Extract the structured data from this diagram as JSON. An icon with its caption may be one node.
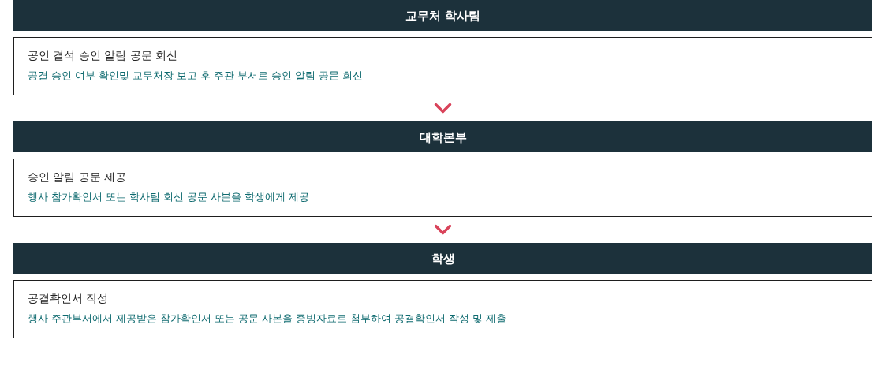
{
  "diagram": {
    "nodes": [
      {
        "text": [
          "교무처 학사팀"
        ]
      },
      {
        "text": [
          "공인 결석 승인 알림 공문 회신",
          "공결 승인 여부 확인및 교무처장 보고 후 주관 부서로 승인 알림 공문 회신"
        ]
      },
      {
        "text": [
          "대학본부"
        ]
      },
      {
        "text": [
          "승인 알림 공문 제공",
          "행사 참가확인서 또는 학사팀 회신 공문 사본을 학생에게 제공"
        ]
      },
      {
        "text": [
          "학생"
        ]
      },
      {
        "text": [
          "공결확인서 작성",
          "행사 주관부서에서 제공받은 참가확인서 또는 공문 사본을 증빙자료로 첨부하여 공결확인서 작성 및 제출"
        ]
      }
    ],
    "edges": [
      {
        "from": 1,
        "to": 2,
        "arrow": "to"
      },
      {
        "from": 3,
        "to": 4,
        "arrow": "to"
      }
    ]
  }
}
